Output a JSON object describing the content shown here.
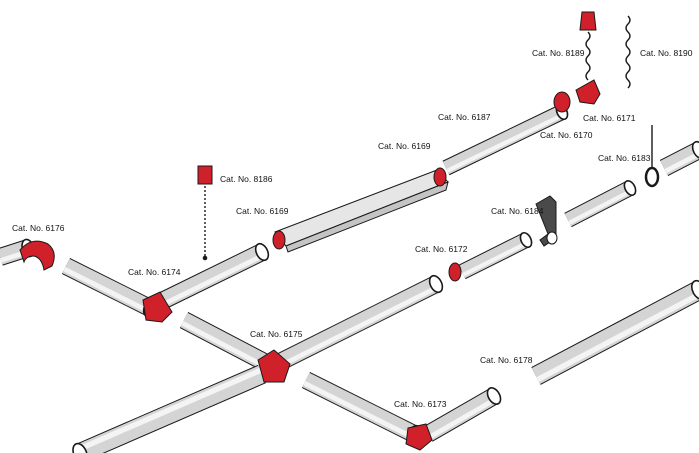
{
  "colors": {
    "pipe_fill": "#d3d3d3",
    "pipe_light": "#eeeeee",
    "outline": "#1a1a1a",
    "fitting_red": "#d0202a",
    "fitting_dark": "#9c1018",
    "bracket": "#4a4a4a",
    "background": "#ffffff"
  },
  "labels": {
    "cat_6176": "Cat. No. 6176",
    "cat_6174": "Cat. No. 6174",
    "cat_6169_left": "Cat. No. 6169",
    "cat_8186": "Cat. No. 8186",
    "cat_6169_top": "Cat. No. 6169",
    "cat_6187": "Cat. No. 6187",
    "cat_8189": "Cat. No. 8189",
    "cat_8190": "Cat. No. 8190",
    "cat_6171": "Cat. No. 6171",
    "cat_6170": "Cat. No. 6170",
    "cat_6183": "Cat. No. 6183",
    "cat_6184": "Cat. No. 6184",
    "cat_6172": "Cat. No. 6172",
    "cat_6175": "Cat. No. 6175",
    "cat_6178": "Cat. No. 6178",
    "cat_6173": "Cat. No. 6173"
  }
}
